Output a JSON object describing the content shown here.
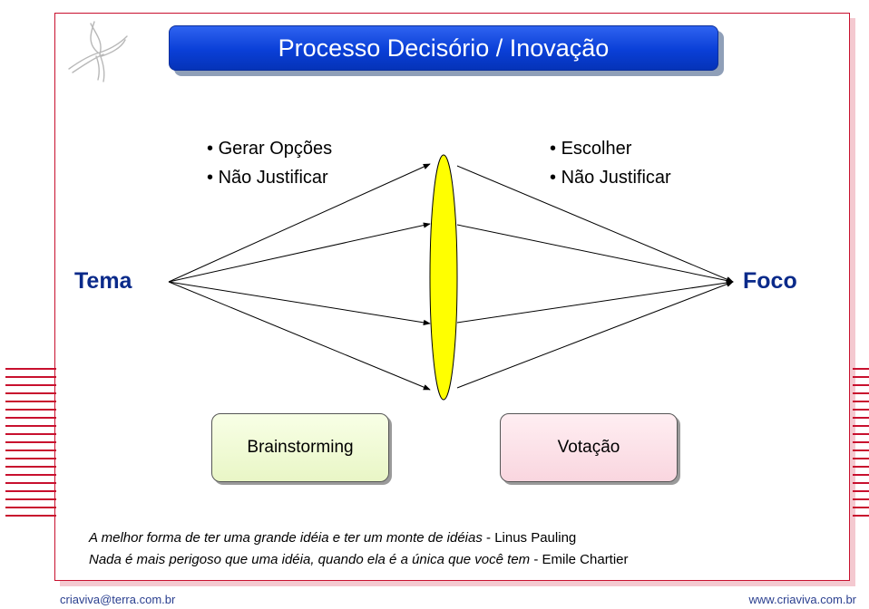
{
  "title": "Processo Decisório / Inovação",
  "left_bullets": [
    "Gerar Opções",
    "Não Justificar"
  ],
  "right_bullets": [
    "Escolher",
    "Não Justificar"
  ],
  "start_term": "Tema",
  "end_term": "Foco",
  "methods": {
    "left": "Brainstorming",
    "right": "Votação"
  },
  "quotes": [
    {
      "text": "A melhor forma de ter uma grande idéia e ter um monte de idéias",
      "author": "Linus Pauling"
    },
    {
      "text": "Nada é mais perigoso que uma idéia, quando ela é a única que você tem",
      "author": "Emile Chartier"
    }
  ],
  "footer": {
    "email": "criaviva@terra.com.br",
    "website": "www.criaviva.com.br"
  },
  "colors": {
    "title_bg": "#0a3fd7",
    "term_text": "#0a2a8a",
    "lens": "#ffff00",
    "border": "#c8102e",
    "stripes": "#c8102e"
  }
}
